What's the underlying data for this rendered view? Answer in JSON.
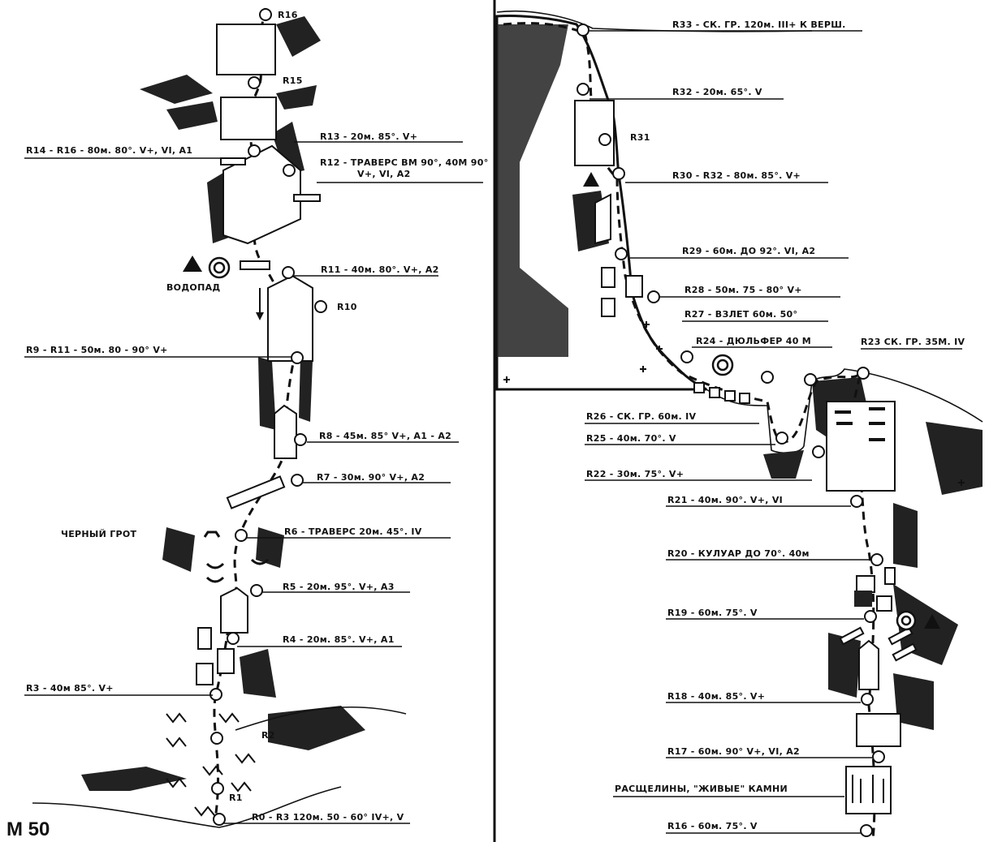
{
  "scale_label": "M 50",
  "left_labels": [
    {
      "id": "r16",
      "text": "R16"
    },
    {
      "id": "r15",
      "text": "R15"
    },
    {
      "id": "r14",
      "text": "R14 - R16 - 80м. 80°. V+, VI, A1"
    },
    {
      "id": "r13",
      "text": "R13 - 20м. 85°. V+"
    },
    {
      "id": "r12a",
      "text": "R12 - ТРАВЕРС ВМ 90°, 40М 90°"
    },
    {
      "id": "r12b",
      "text": "V+, VI, A2"
    },
    {
      "id": "vodopad",
      "text": "ВОДОПАД"
    },
    {
      "id": "r11",
      "text": "R11 - 40м. 80°. V+, A2"
    },
    {
      "id": "r10",
      "text": "R10"
    },
    {
      "id": "r9",
      "text": "R9 - R11 - 50м. 80 - 90° V+"
    },
    {
      "id": "r8",
      "text": "R8 - 45м. 85° V+, A1 - A2"
    },
    {
      "id": "r7",
      "text": "R7 - 30м. 90° V+, A2"
    },
    {
      "id": "grot",
      "text": "ЧЕРНЫЙ ГРОТ"
    },
    {
      "id": "r6",
      "text": "R6 - ТРАВЕРС 20м. 45°. IV"
    },
    {
      "id": "r5",
      "text": "R5 - 20м. 95°. V+, A3"
    },
    {
      "id": "r4",
      "text": "R4 - 20м. 85°. V+, A1"
    },
    {
      "id": "r3",
      "text": "R3 - 40м 85°. V+"
    },
    {
      "id": "r2",
      "text": "R2"
    },
    {
      "id": "r1",
      "text": "R1"
    },
    {
      "id": "r0",
      "text": "R0 - R3 120м. 50 - 60° IV+, V"
    }
  ],
  "right_labels": [
    {
      "id": "r33",
      "text": "R33 - СК. ГР. 120м. III+ К ВЕРШ."
    },
    {
      "id": "r32",
      "text": "R32 - 20м. 65°. V"
    },
    {
      "id": "r31",
      "text": "R31"
    },
    {
      "id": "r30",
      "text": "R30 - R32 - 80м. 85°. V+"
    },
    {
      "id": "r29",
      "text": "R29 - 60м. ДО 92°. VI, A2"
    },
    {
      "id": "r28",
      "text": "R28 - 50м. 75 - 80° V+"
    },
    {
      "id": "r27",
      "text": "R27 - ВЗЛЕТ 60м. 50°"
    },
    {
      "id": "r24",
      "text": "R24 - ДЮЛЬФЕР 40 М"
    },
    {
      "id": "r23",
      "text": "R23 СК. ГР. 35М. IV"
    },
    {
      "id": "r26",
      "text": "R26 - СК. ГР. 60м. IV"
    },
    {
      "id": "r25",
      "text": "R25 - 40м. 70°. V"
    },
    {
      "id": "r22",
      "text": "R22 - 30м. 75°. V+"
    },
    {
      "id": "r21",
      "text": "R21 - 40м. 90°. V+, VI"
    },
    {
      "id": "r20",
      "text": "R20 - КУЛУАР ДО 70°. 40м"
    },
    {
      "id": "r19",
      "text": "R19 - 60м. 75°. V"
    },
    {
      "id": "r18",
      "text": "R18 - 40м. 85°. V+"
    },
    {
      "id": "r17",
      "text": "R17 - 60м. 90° V+, VI, A2"
    },
    {
      "id": "rassh",
      "text": "РАСЩЕЛИНЫ, \"ЖИВЫЕ\" КАМНИ"
    },
    {
      "id": "r16b",
      "text": "R16 - 60м. 75°. V"
    }
  ]
}
